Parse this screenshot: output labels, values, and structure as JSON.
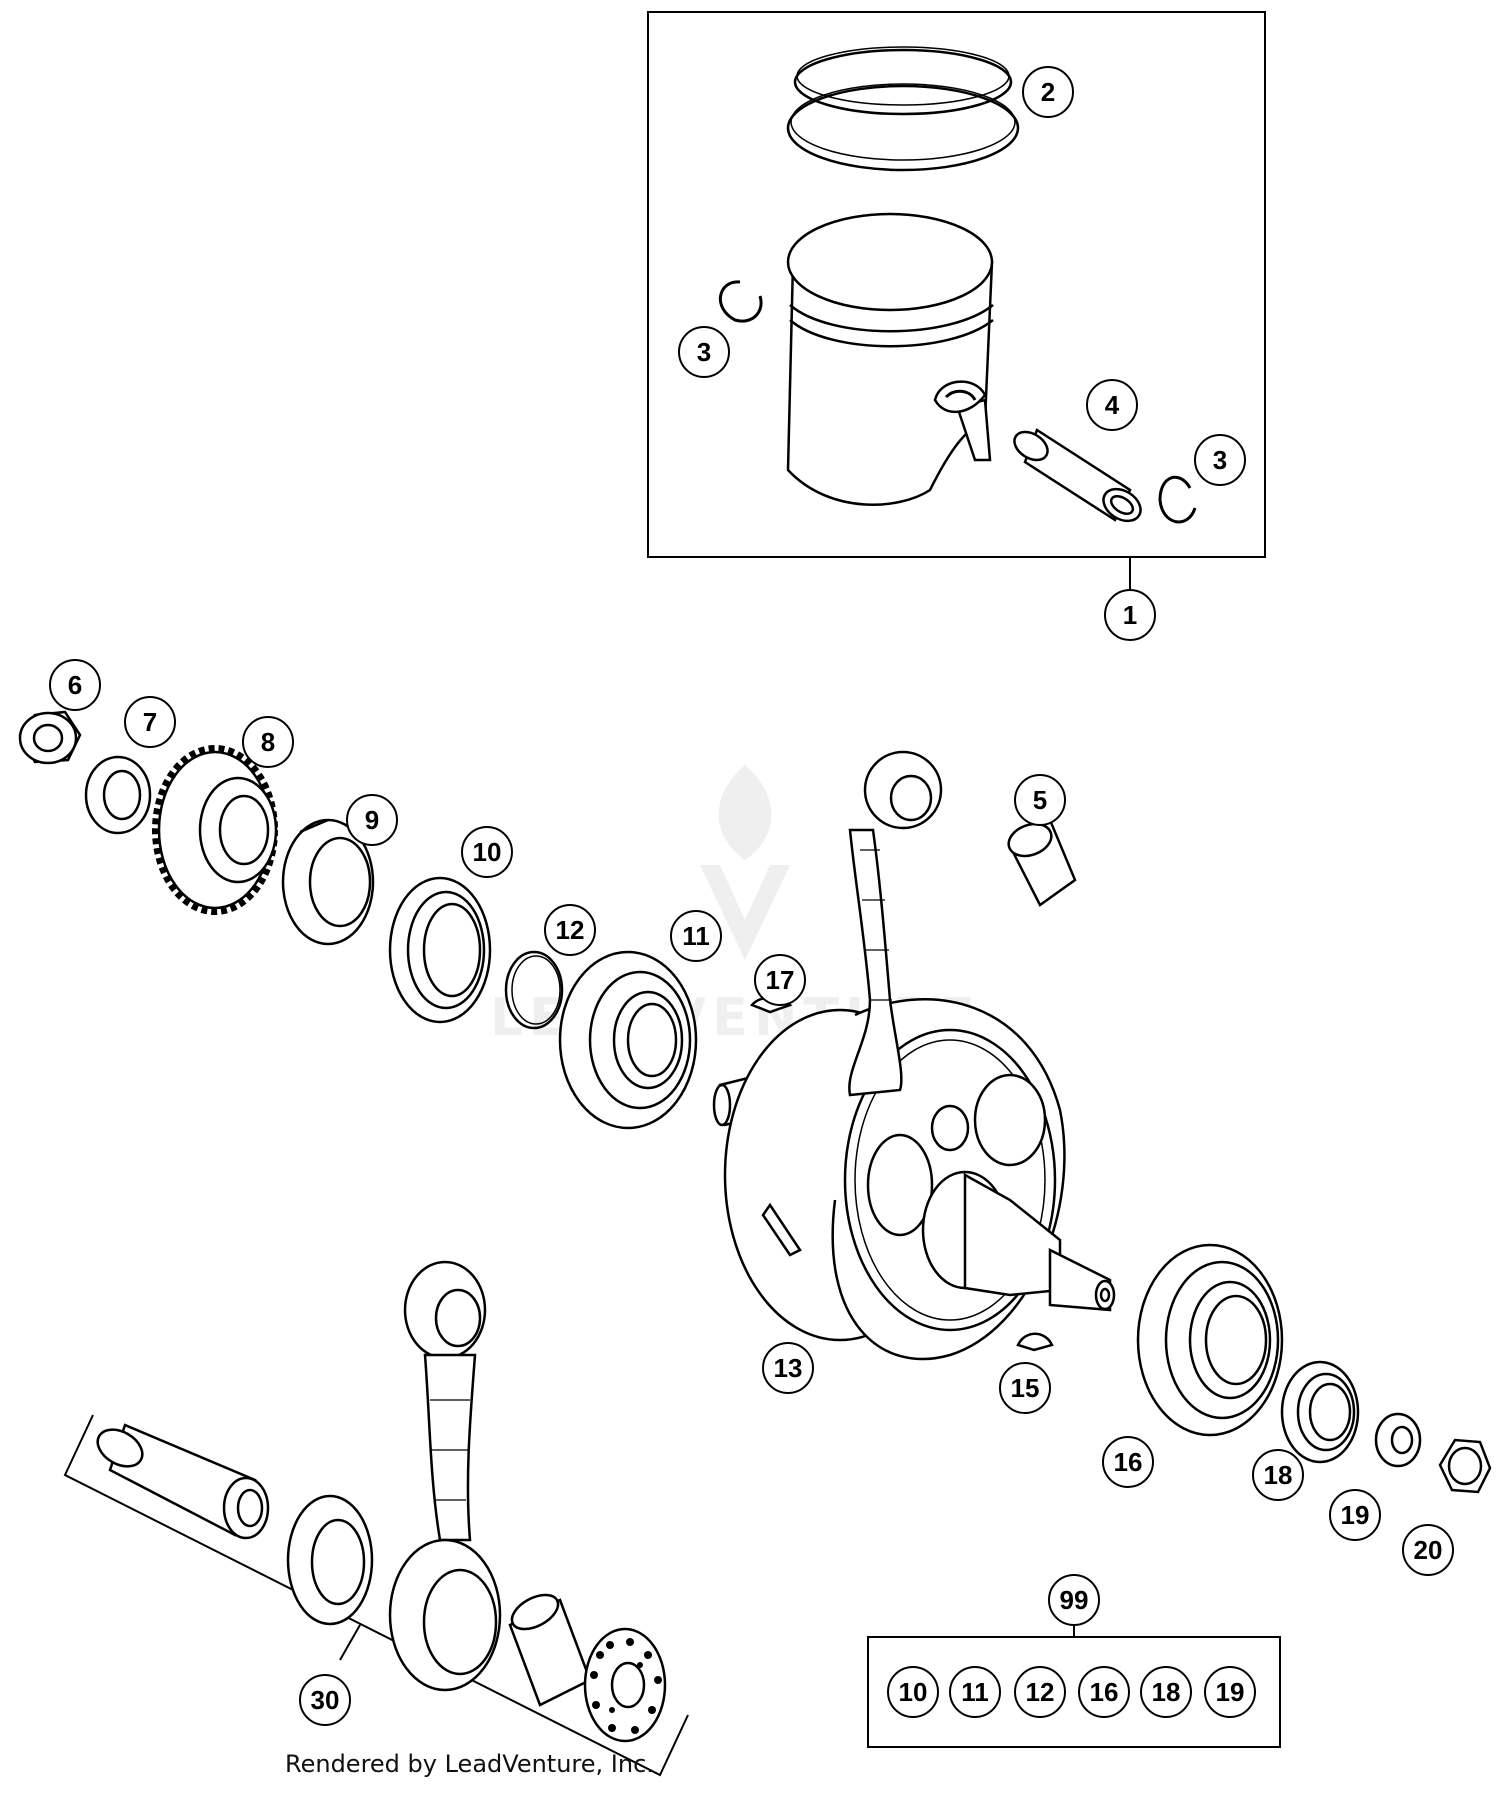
{
  "diagram": {
    "callouts": {
      "c1": "1",
      "c2": "2",
      "c3a": "3",
      "c3b": "3",
      "c4": "4",
      "c5": "5",
      "c6": "6",
      "c7": "7",
      "c8": "8",
      "c9": "9",
      "c10": "10",
      "c11": "11",
      "c12": "12",
      "c13": "13",
      "c15": "15",
      "c16": "16",
      "c17": "17",
      "c18": "18",
      "c19": "19",
      "c20": "20",
      "c30": "30",
      "c99": "99"
    },
    "kit99_items": [
      "10",
      "11",
      "12",
      "16",
      "18",
      "19"
    ],
    "watermark": "LEADVENTURE",
    "credit": "Rendered by LeadVenture, Inc."
  }
}
